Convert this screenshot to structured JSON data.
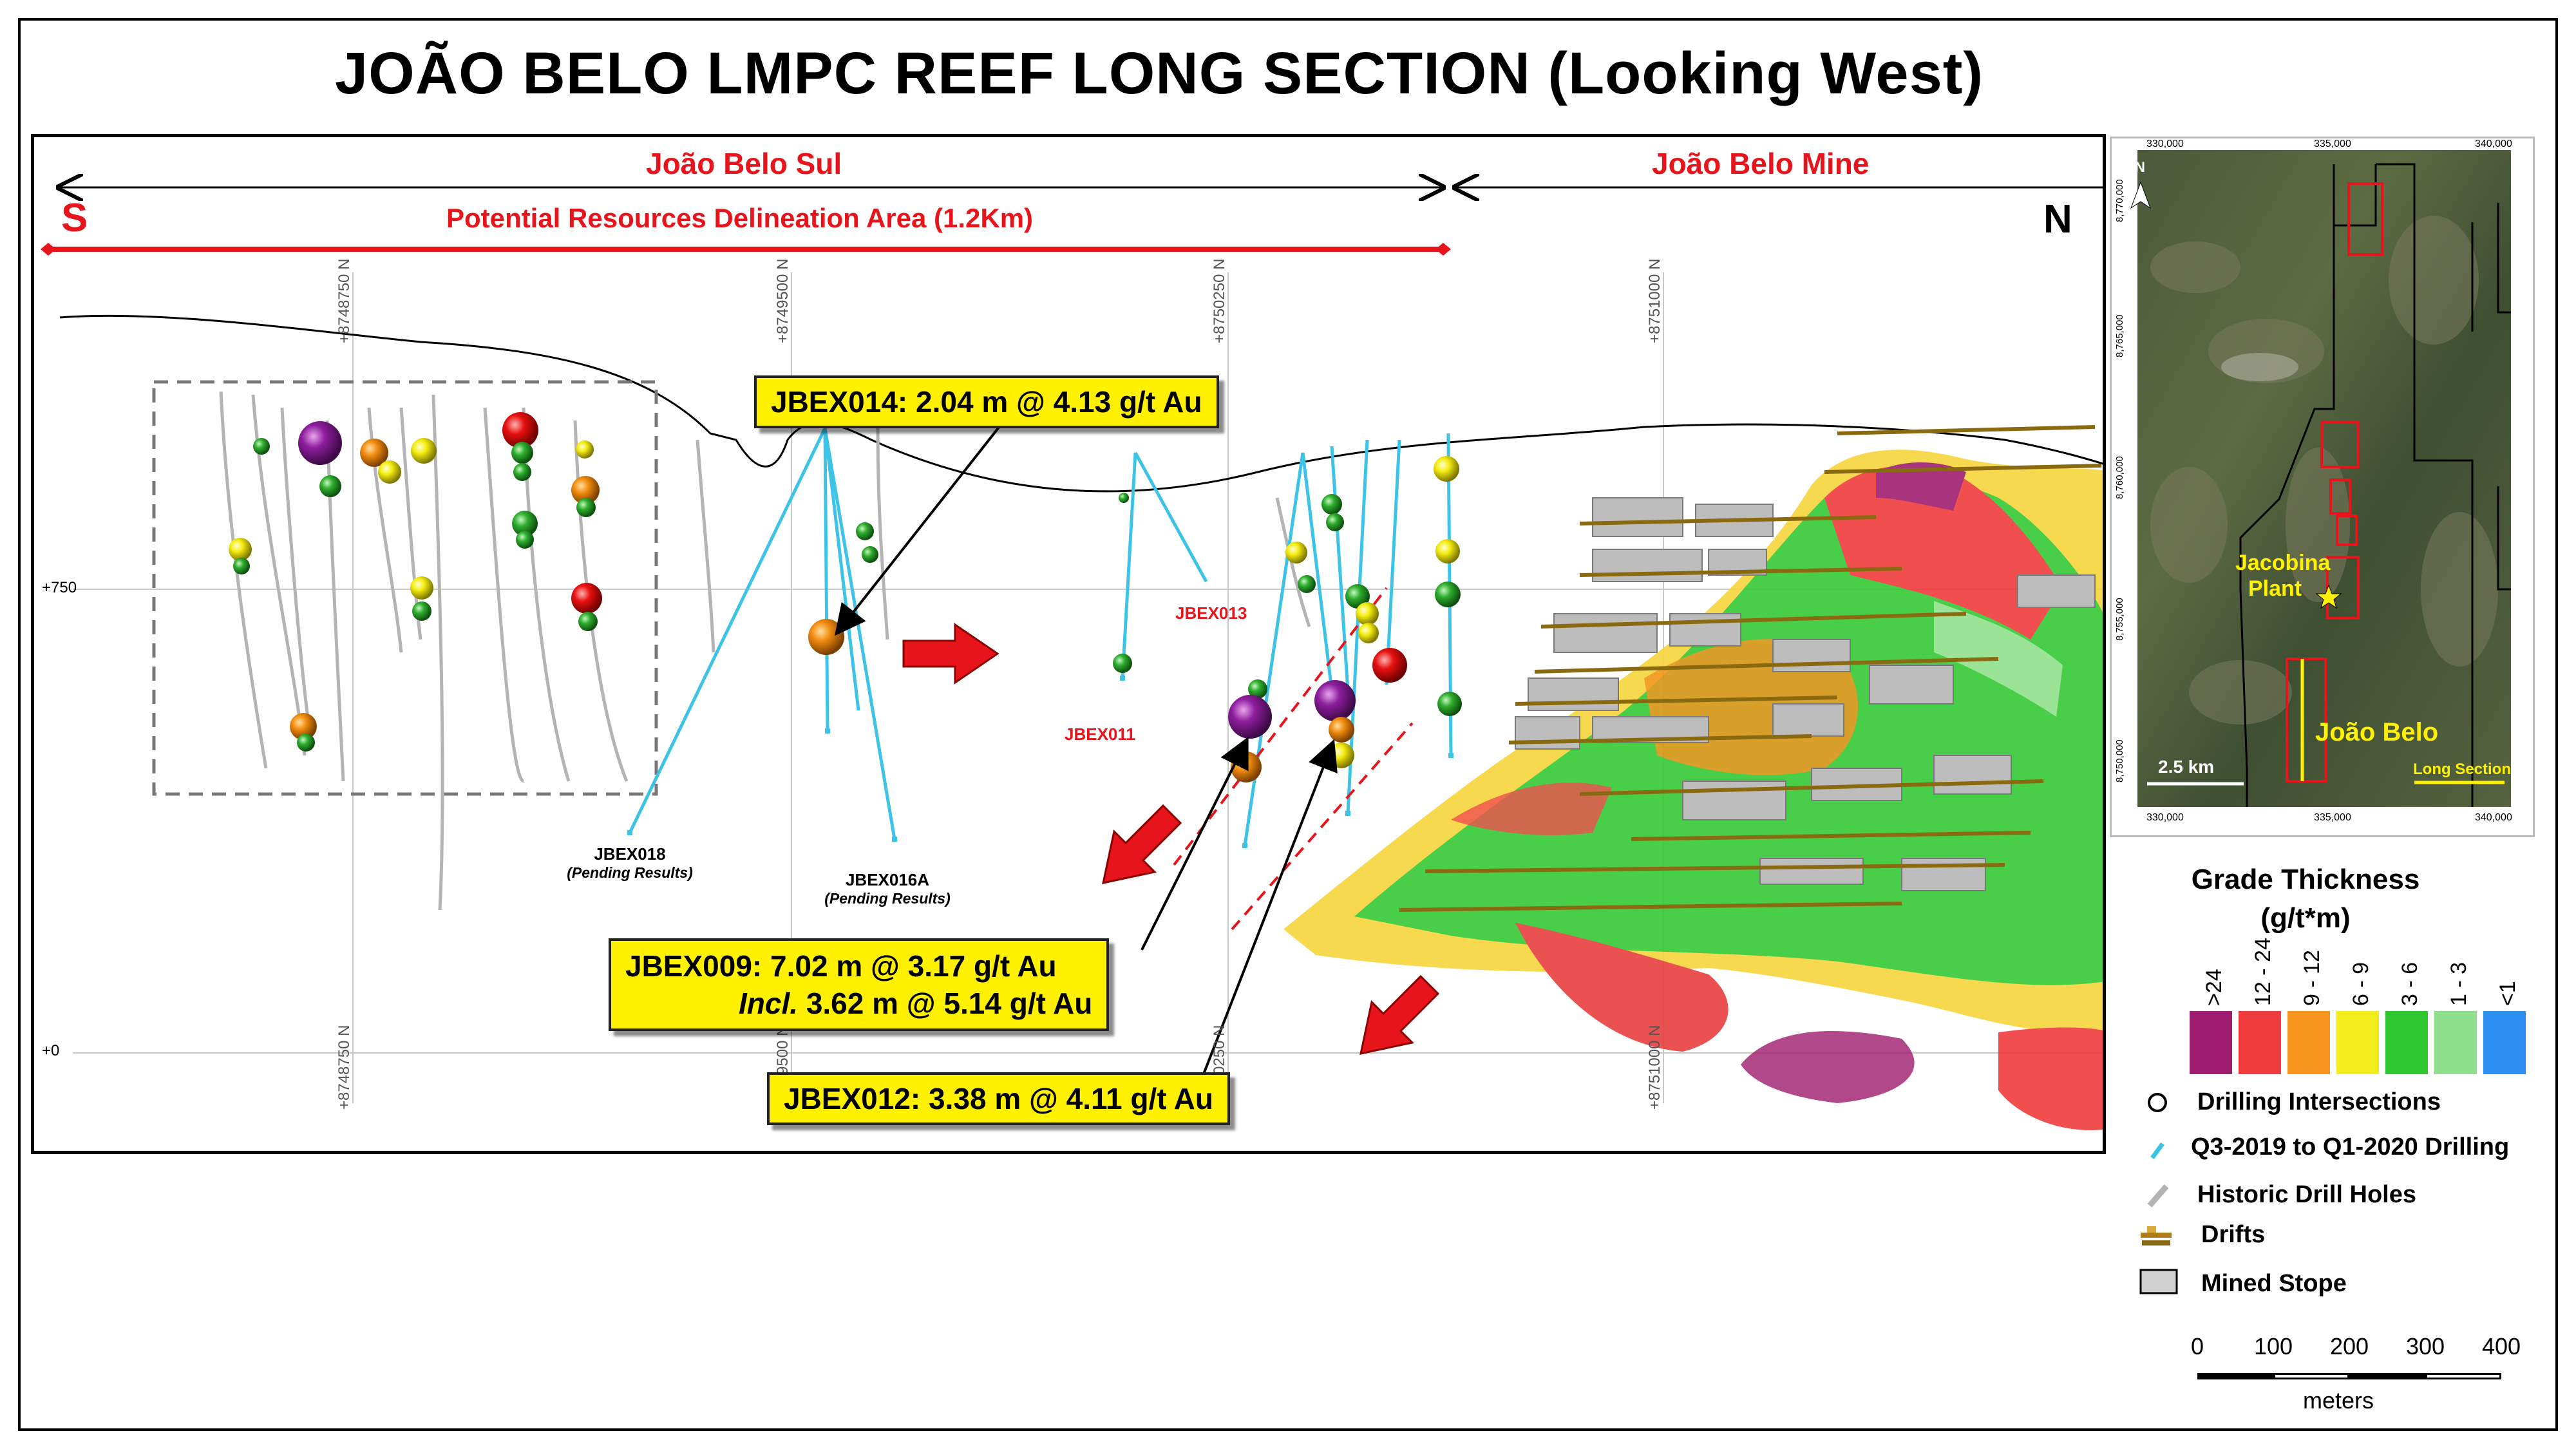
{
  "title": "JOÃO BELO LMPC REEF LONG SECTION (Looking West)",
  "section": {
    "joao_belo_sul": "João Belo Sul",
    "joao_belo_mine": "João Belo Mine",
    "south": "S",
    "north": "N",
    "delineation": "Potential Resources Delineation Area (1.2Km)",
    "northings_top": [
      "+8748750 N",
      "+8749500 N",
      "+8750250 N",
      "+8751000 N"
    ],
    "northings_bottom": [
      "+8748750 N",
      "+8749500 N",
      "+8750250 N",
      "+8751000 N"
    ],
    "elev_750": "+750",
    "elev_0": "+0"
  },
  "holes": {
    "jbex013": "JBEX013",
    "jbex011": "JBEX011",
    "jbex018": "JBEX018",
    "jbex016a": "JBEX016A",
    "pending": "(Pending Results)"
  },
  "callouts": {
    "jbex014": "JBEX014:  2.04 m @ 4.13 g/t Au",
    "jbex009_line1": "JBEX009:  7.02 m @ 3.17 g/t Au",
    "jbex009_incl": "Incl.",
    "jbex009_line2": "3.62 m @ 5.14 g/t Au",
    "jbex012": "JBEX012:  3.38 m @ 4.11 g/t Au"
  },
  "inset": {
    "x_ticks": [
      "330,000",
      "335,000",
      "340,000"
    ],
    "y_ticks": [
      "8,770,000",
      "8,765,000",
      "8,760,000",
      "8,755,000",
      "8,750,000"
    ],
    "north": "N",
    "jacobina": "Jacobina",
    "plant": "Plant",
    "joao_belo": "João Belo",
    "scale": "2.5 km",
    "long_section": "Long Section"
  },
  "legend": {
    "title_line1": "Grade Thickness",
    "title_line2": "(g/t*m)",
    "classes": [
      {
        "label": ">24",
        "color": "#9e1d6e"
      },
      {
        "label": "12 - 24",
        "color": "#f03c3c"
      },
      {
        "label": "9 - 12",
        "color": "#f7941d"
      },
      {
        "label": "6 - 9",
        "color": "#f2ee1d"
      },
      {
        "label": "3 - 6",
        "color": "#2fc62f"
      },
      {
        "label": "1 - 3",
        "color": "#8fe08c"
      },
      {
        "label": "<1",
        "color": "#2b8ef0"
      }
    ],
    "drilling_intersections": "Drilling Intersections",
    "q3_drilling": "Q3-2019 to Q1-2020 Drilling",
    "historic": "Historic Drill Holes",
    "drifts": "Drifts",
    "mined_stope": "Mined Stope"
  },
  "scalebar": {
    "labels": [
      "0",
      "100",
      "200",
      "300",
      "400"
    ],
    "unit": "meters"
  },
  "colors": {
    "accent_red": "#e8141c",
    "callout_yellow": "#fff100",
    "new_drilling_cyan": "#3cc3e6",
    "historic_gray": "#b4b4b4"
  }
}
